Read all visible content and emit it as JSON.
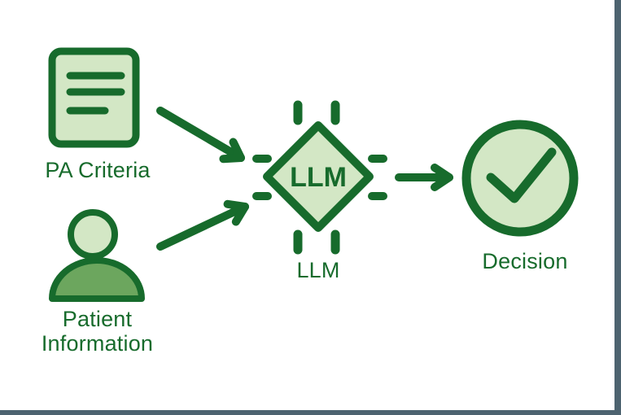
{
  "diagram": {
    "nodes": {
      "pa_criteria": {
        "label": "PA Criteria",
        "icon": "document-icon"
      },
      "patient_information": {
        "label": "Patient Information",
        "icon": "person-icon"
      },
      "llm": {
        "chip_text": "LLM",
        "caption": "LLM",
        "icon": "chip-diamond-icon"
      },
      "decision": {
        "label": "Decision",
        "icon": "check-circle-icon"
      }
    },
    "edges": [
      {
        "from": "pa_criteria",
        "to": "llm"
      },
      {
        "from": "patient_information",
        "to": "llm"
      },
      {
        "from": "llm",
        "to": "decision"
      }
    ]
  },
  "theme": {
    "dark-green": "#176b2c",
    "light-green": "#d3e7c5",
    "mid-green": "#6ca65e",
    "canvas-bg": "#ffffff",
    "frame-border": "#4d6370"
  }
}
